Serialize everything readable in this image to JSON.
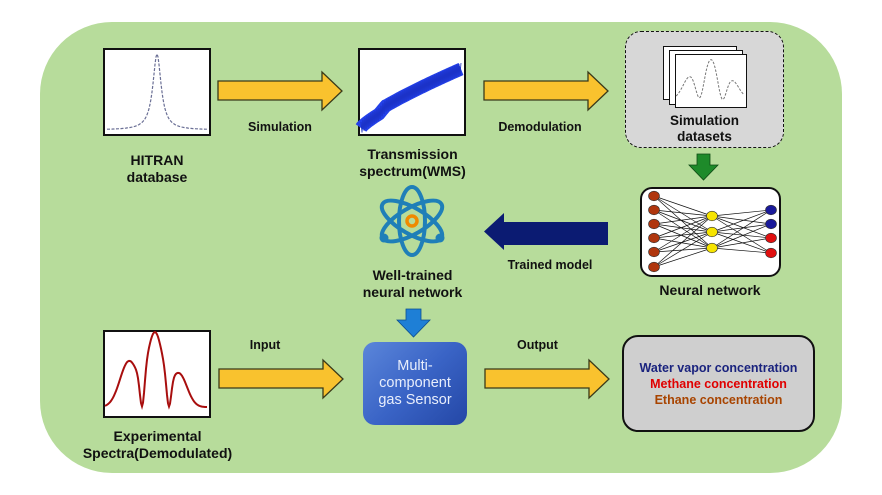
{
  "colors": {
    "background": "#b7dc9b",
    "yellow_arrow": "#f9c22e",
    "navy_arrow": "#0b1b72",
    "green_arrow": "#1e8a2a",
    "blue_arrow": "#1e7fd6",
    "sensor_box": "#3a64c6",
    "water_vapor": "#1a237e",
    "methane": "#e00000",
    "ethane": "#a84400"
  },
  "nodes": {
    "hitran": {
      "line1": "HITRAN",
      "line2": "database",
      "icon": "lorentzian-peak-plot"
    },
    "transmission": {
      "line1": "Transmission",
      "line2": "spectrum(WMS)",
      "icon": "wms-transmission-plot"
    },
    "simulation_datasets": {
      "line1": "Simulation",
      "line2": "datasets",
      "icon": "stacked-spectra-cards"
    },
    "neural_network": {
      "label": "Neural network",
      "icon": "neural-network-graph",
      "layers": {
        "input": 6,
        "hidden": 3,
        "output": 4
      }
    },
    "well_trained": {
      "line1": "Well-trained",
      "line2": "neural network",
      "icon": "atom-icon"
    },
    "experimental": {
      "line1": "Experimental",
      "line2": "Spectra(Demodulated)",
      "icon": "demodulated-spectrum-plot"
    },
    "sensor": {
      "line1": "Multi-",
      "line2": "component",
      "line3": "gas Sensor"
    },
    "outputs": {
      "water_vapor": "Water vapor concentration",
      "methane": "Methane concentration",
      "ethane": "Ethane concentration"
    }
  },
  "edges": {
    "simulation": "Simulation",
    "demodulation": "Demodulation",
    "trained_model": "Trained model",
    "input": "Input",
    "output": "Output"
  }
}
